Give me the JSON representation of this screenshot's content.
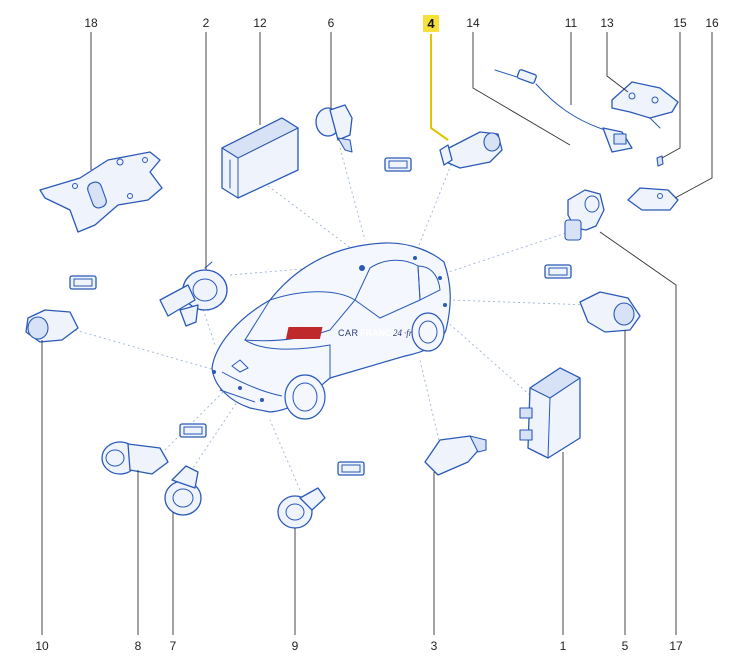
{
  "diagram": {
    "callouts": [
      "18",
      "2",
      "12",
      "6",
      "4",
      "14",
      "11",
      "13",
      "15",
      "16",
      "10",
      "8",
      "7",
      "9",
      "3",
      "1",
      "5",
      "17"
    ],
    "highlighted_callout": "4",
    "highlight_color": "#f5e13a",
    "line_color": "#2a59b8",
    "watermark": {
      "part1": "CAR",
      "part2": "FRANCE",
      "part3": "24",
      "part4": "·fr"
    }
  }
}
